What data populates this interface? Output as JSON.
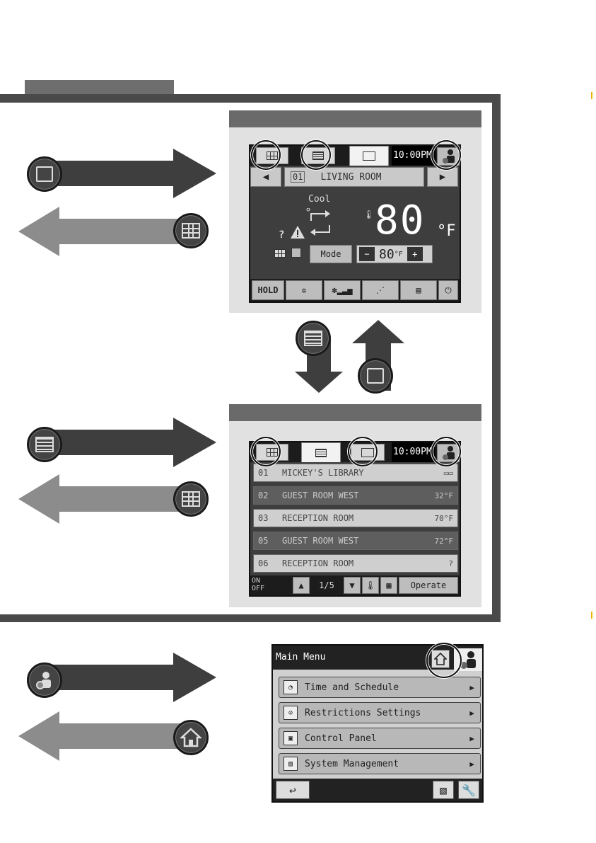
{
  "screen1": {
    "time": "10:00PM",
    "room_number": "01",
    "room_name": "LIVING ROOM",
    "mode_label": "Cool",
    "temp_value": "80",
    "temp_unit": "°F",
    "setpoint": "80",
    "setpoint_unit": "°F",
    "mode_button": "Mode",
    "hold_button": "HOLD",
    "alert_question": "?"
  },
  "screen2": {
    "time": "10:00PM",
    "rows": [
      {
        "num": "01",
        "name": "MICKEY'S LIBRARY",
        "status": ""
      },
      {
        "num": "02",
        "name": "GUEST ROOM WEST",
        "status": "32°F"
      },
      {
        "num": "03",
        "name": "RECEPTION ROOM",
        "status": "70°F"
      },
      {
        "num": "05",
        "name": "GUEST ROOM WEST",
        "status": "72°F"
      },
      {
        "num": "06",
        "name": "RECEPTION ROOM",
        "status": "?"
      }
    ],
    "on_label": "ON",
    "off_label": "OFF",
    "page_indicator": "1/5",
    "operate_button": "Operate"
  },
  "menu": {
    "title": "Main Menu",
    "items": [
      {
        "label": "Time and Schedule"
      },
      {
        "label": "Restrictions Settings"
      },
      {
        "label": "Control Panel"
      },
      {
        "label": "System Management"
      }
    ]
  },
  "icons": {
    "single_view": "single-view-icon",
    "grid_view": "grid-view-icon",
    "list_view": "list-view-icon",
    "user_settings": "user-settings-icon",
    "home": "home-icon"
  },
  "colors": {
    "frame": "#4a4a4a",
    "dark_arrow": "#3e3e3e",
    "light_arrow": "#8c8c8c",
    "screen_bg": "#3e3e3e"
  }
}
